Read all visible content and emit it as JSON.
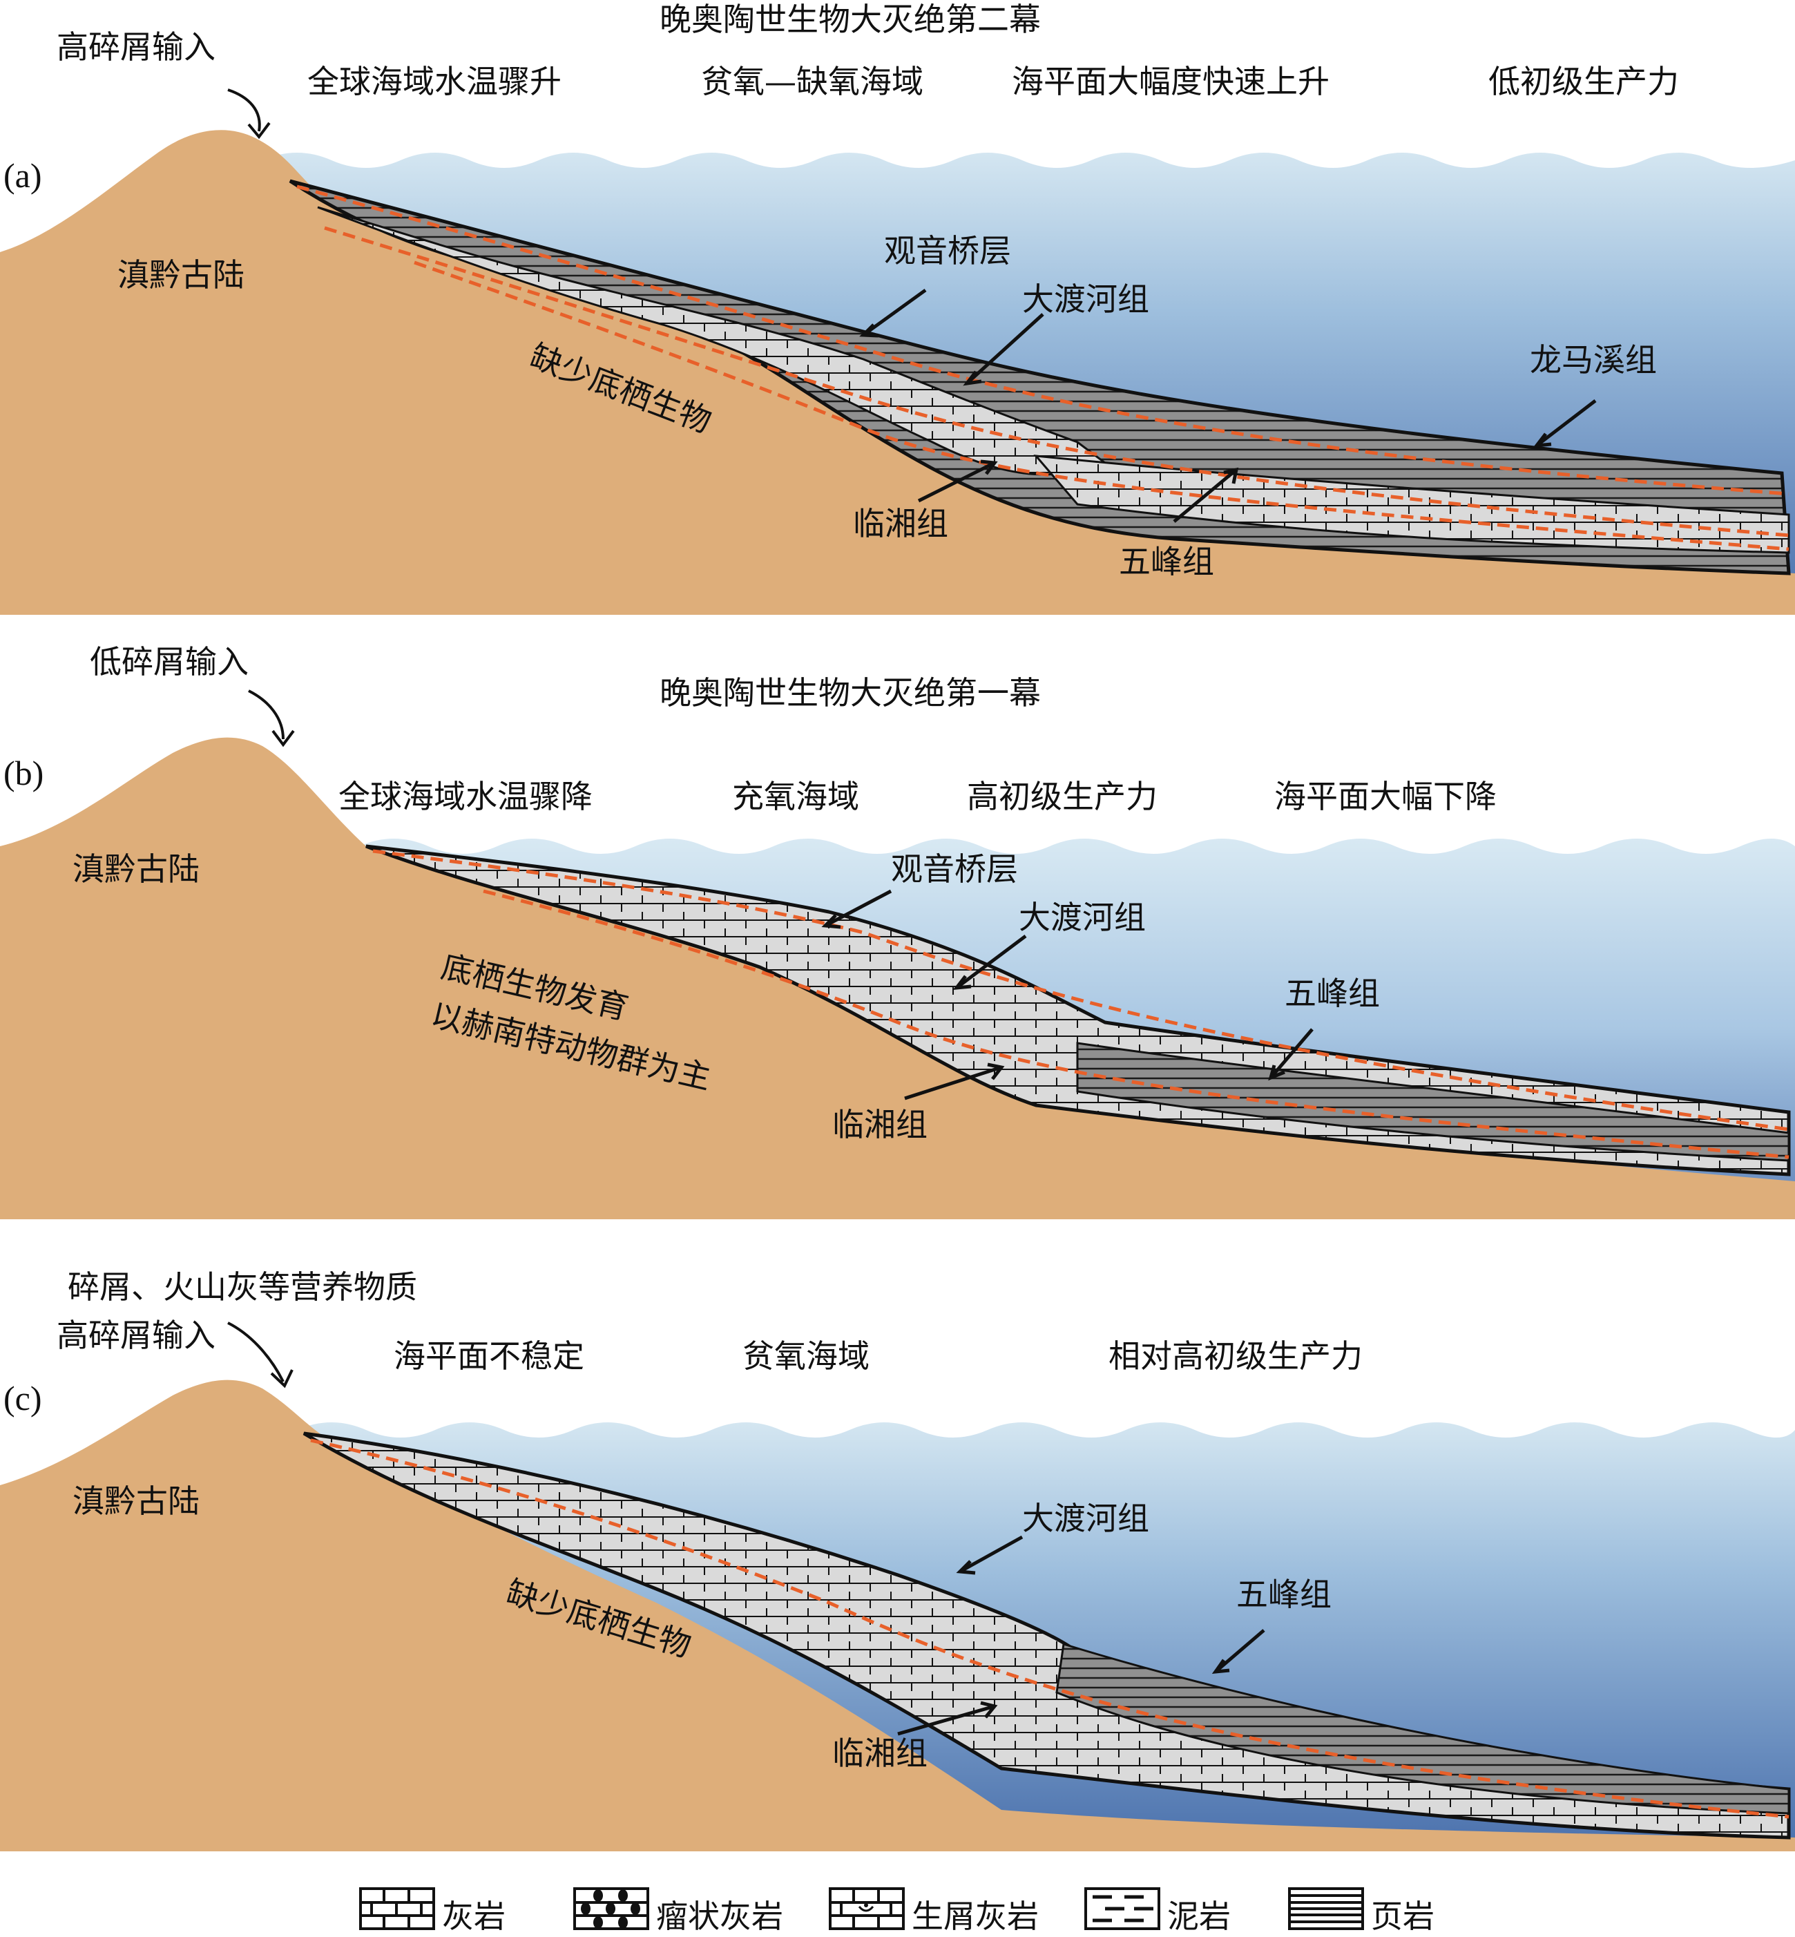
{
  "colors": {
    "land": "#DEAE7A",
    "sea_top": "#CFE3F0",
    "sea_bottom": "#4F74AE",
    "limestone": "#D8D8D8",
    "shale": "#8E8E8E",
    "orange_line": "#E8602A",
    "outline": "#111111"
  },
  "panels": [
    {
      "id": "a",
      "label": "(a)",
      "title": "晚奥陶世生物大灭绝第二幕",
      "input": "高碎屑输入",
      "conditions": [
        "全球海域水温骤升",
        "贫氧—缺氧海域",
        "海平面大幅度快速上升",
        "低初级生产力"
      ],
      "land_label": "滇黔古陆",
      "biota_note": "缺少底栖生物",
      "formations": [
        "观音桥层",
        "大渡河组",
        "龙马溪组",
        "临湘组",
        "五峰组"
      ]
    },
    {
      "id": "b",
      "label": "(b)",
      "title": "晚奥陶世生物大灭绝第一幕",
      "input": "低碎屑输入",
      "conditions": [
        "全球海域水温骤降",
        "充氧海域",
        "高初级生产力",
        "海平面大幅下降"
      ],
      "land_label": "滇黔古陆",
      "biota_note_line1": "底栖生物发育",
      "biota_note_line2": "以赫南特动物群为主",
      "formations": [
        "观音桥层",
        "大渡河组",
        "五峰组",
        "临湘组"
      ]
    },
    {
      "id": "c",
      "label": "(c)",
      "nutrients": "碎屑、火山灰等营养物质",
      "input": "高碎屑输入",
      "conditions": [
        "海平面不稳定",
        "贫氧海域",
        "相对高初级生产力"
      ],
      "land_label": "滇黔古陆",
      "biota_note": "缺少底栖生物",
      "formations": [
        "大渡河组",
        "五峰组",
        "临湘组"
      ]
    }
  ],
  "legend": [
    {
      "icon": "limestone-icon",
      "label": "灰岩"
    },
    {
      "icon": "nodular-limestone-icon",
      "label": "瘤状灰岩"
    },
    {
      "icon": "bioclastic-limestone-icon",
      "label": "生屑灰岩"
    },
    {
      "icon": "mudstone-icon",
      "label": "泥岩"
    },
    {
      "icon": "shale-icon",
      "label": "页岩"
    }
  ]
}
